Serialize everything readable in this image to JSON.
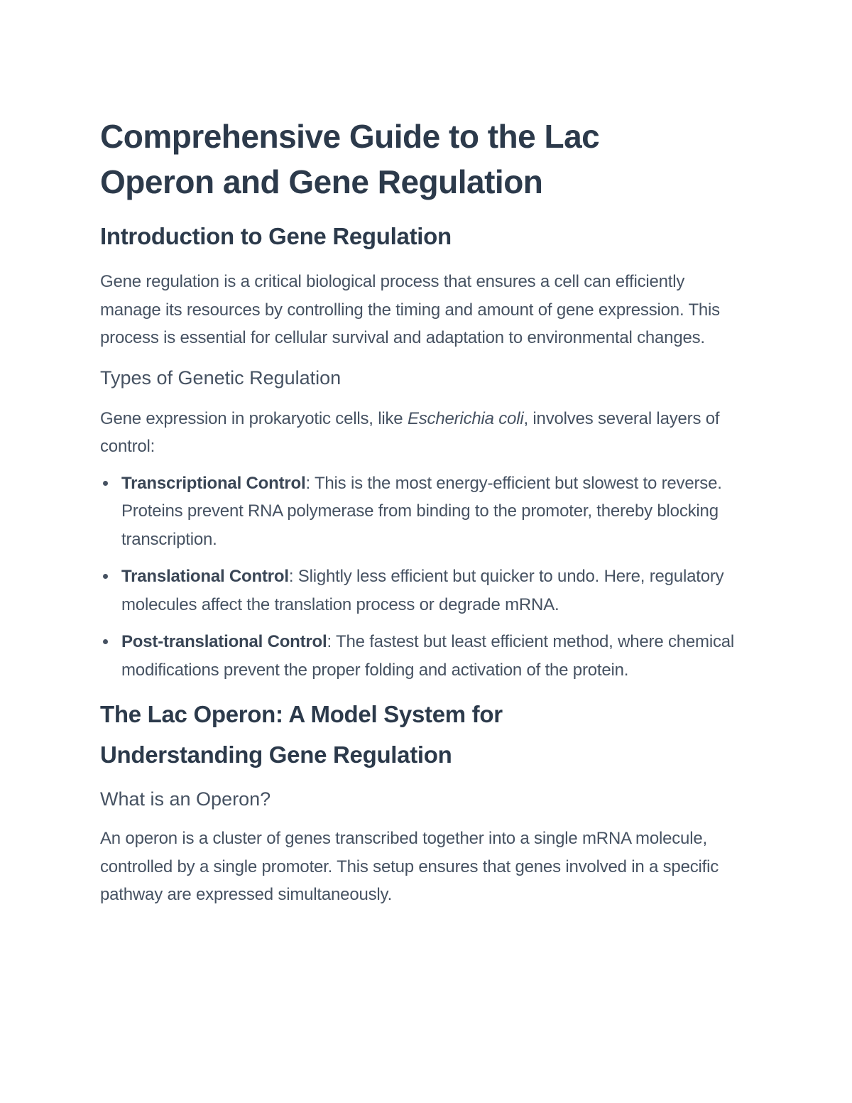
{
  "document": {
    "title": "Comprehensive Guide to the Lac Operon and Gene Regulation",
    "sections": [
      {
        "heading": "Introduction to Gene Regulation",
        "paragraph": "Gene regulation is a critical biological process that ensures a cell can efficiently manage its resources by controlling the timing and amount of gene expression. This process is essential for cellular survival and adaptation to environmental changes.",
        "subsection": {
          "heading": "Types of Genetic Regulation",
          "intro_before": "Gene expression in prokaryotic cells, like ",
          "intro_italic": "Escherichia coli",
          "intro_after": ", involves several layers of control:",
          "items": [
            {
              "term": "Transcriptional Control",
              "text": ": This is the most energy-efficient but slowest to reverse. Proteins prevent RNA polymerase from binding to the promoter, thereby blocking transcription."
            },
            {
              "term": "Translational Control",
              "text": ": Slightly less efficient but quicker to undo. Here, regulatory molecules affect the translation process or degrade mRNA."
            },
            {
              "term": "Post-translational Control",
              "text": ": The fastest but least efficient method, where chemical modifications prevent the proper folding and activation of the protein."
            }
          ]
        }
      },
      {
        "heading": "The Lac Operon: A Model System for Understanding Gene Regulation",
        "subsection": {
          "heading": "What is an Operon?",
          "paragraph": "An operon is a cluster of genes transcribed together into a single mRNA molecule, controlled by a single promoter. This setup ensures that genes involved in a specific pathway are expressed simultaneously."
        }
      }
    ]
  },
  "colors": {
    "heading": "#2c3a4b",
    "body": "#465262",
    "background": "#ffffff"
  }
}
